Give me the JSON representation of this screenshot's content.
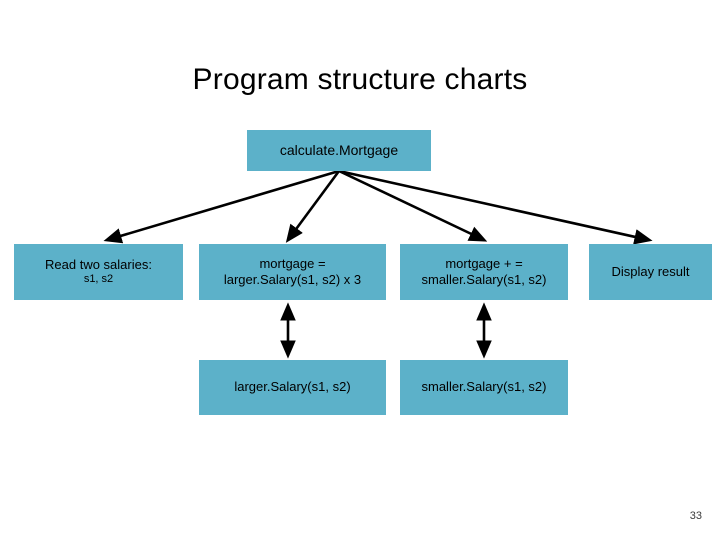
{
  "slide": {
    "title": "Program structure charts",
    "page_number": "33",
    "box_color": "#5CB1C9",
    "connector_color": "#000000",
    "background": "#ffffff"
  },
  "diagram": {
    "type": "structure-chart",
    "root": {
      "label": "calculate.Mortgage"
    },
    "level2": [
      {
        "line1": "Read two salaries:",
        "line2": "s1, s2"
      },
      {
        "line1": "mortgage =",
        "line2": "larger.Salary(s1, s2) x 3"
      },
      {
        "line1": "mortgage + =",
        "line2": "smaller.Salary(s1, s2)"
      },
      {
        "line1": "Display result",
        "line2": ""
      }
    ],
    "level3": [
      {
        "label": "larger.Salary(s1, s2)"
      },
      {
        "label": "smaller.Salary(s1, s2)"
      }
    ],
    "connectors": {
      "root_fan": "four single-headed arrows from root bottom-center to each level-2 box",
      "vertical_pairs": "two double-headed arrows between level-2 and level-3 boxes"
    }
  }
}
